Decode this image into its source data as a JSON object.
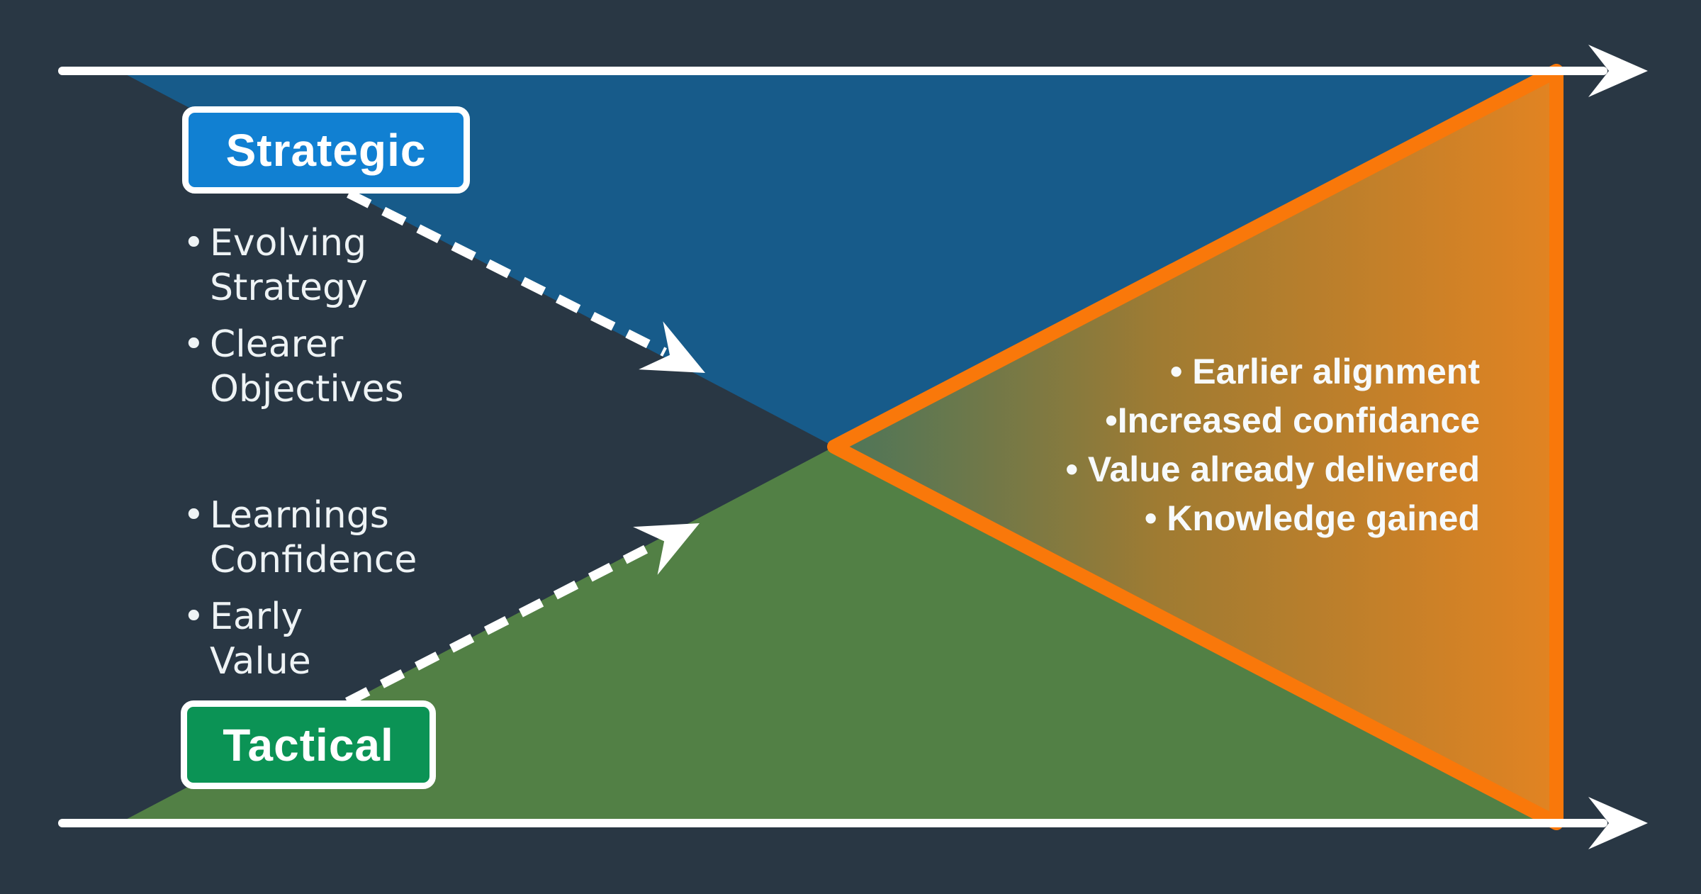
{
  "labels": {
    "strategic": "Strategic",
    "tactical": "Tactical"
  },
  "bullet_glyph": "•",
  "strategic_points": {
    "items": [
      {
        "line1": "Evolving",
        "line2": "Strategy"
      },
      {
        "line1": "Clearer",
        "line2": "Objectives"
      }
    ]
  },
  "tactical_points": {
    "items": [
      {
        "line1": "Learnings",
        "line2": "Confidence"
      },
      {
        "line1": "Early",
        "line2": "Value"
      }
    ]
  },
  "benefits": {
    "lines": [
      "• Earlier alignment",
      "•Increased confidance",
      "• Value already delivered",
      "• Knowledge gained"
    ]
  },
  "colors": {
    "background": "#293744",
    "strategic_triangle": "#175b8a",
    "tactical_triangle": "#528045",
    "benefits_triangle_stroke": "#f9780a",
    "benefits_gradient_start": "#5a8e62",
    "benefits_gradient_end": "#f78c1e",
    "strategic_label_bg": "#1180d2",
    "tactical_label_bg": "#0b9355",
    "arrow": "#ffffff",
    "text": "#f7fafc"
  }
}
